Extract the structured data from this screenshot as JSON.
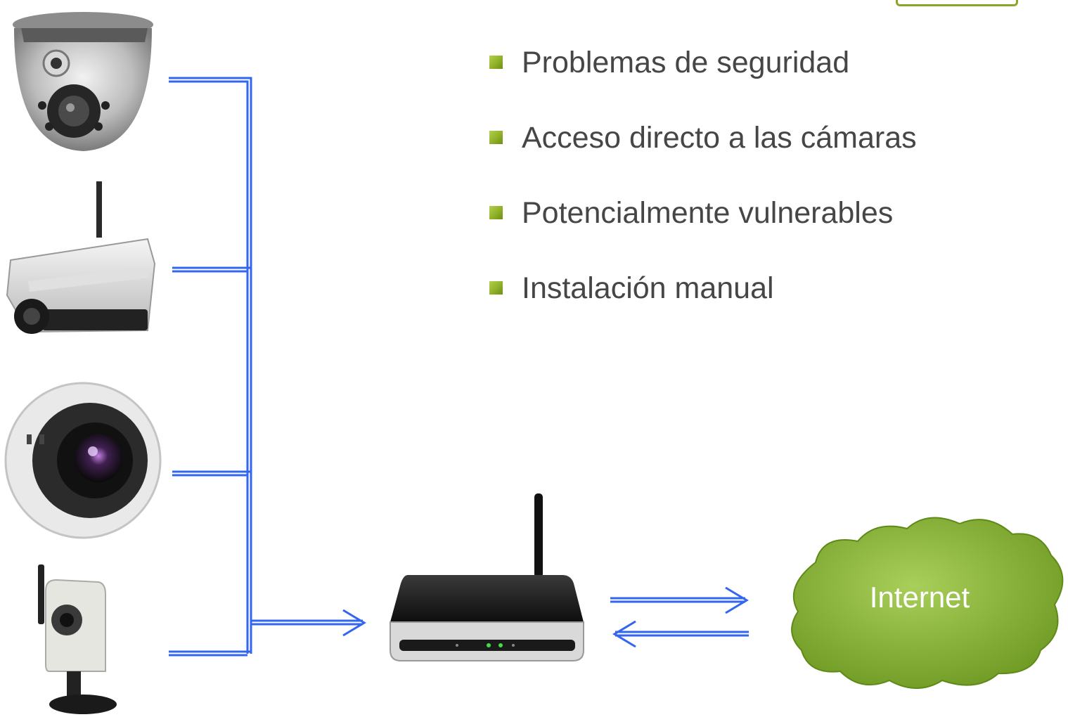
{
  "bullets": [
    "Problemas de seguridad",
    "Acceso directo a las cámaras",
    "Potencialmente vulnerables",
    "Instalación manual"
  ],
  "cloud": {
    "label": "Internet"
  },
  "colors": {
    "connector": "#3366ee",
    "bullet": "#8fb027",
    "cloud": "#8cbb3c",
    "text": "#464646"
  },
  "icons": [
    "dome-camera-icon",
    "box-camera-antenna-icon",
    "fisheye-camera-icon",
    "cube-camera-antenna-icon",
    "wireless-router-icon",
    "internet-cloud-icon"
  ]
}
